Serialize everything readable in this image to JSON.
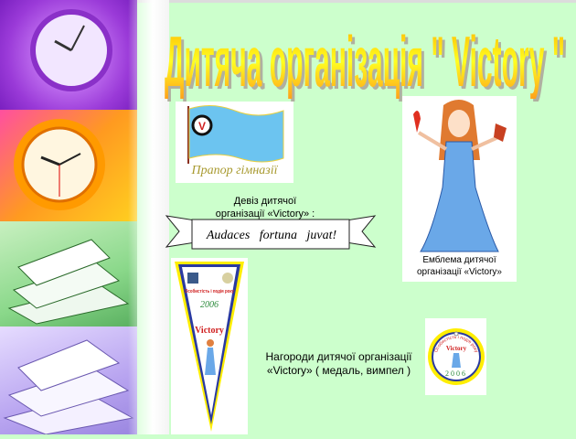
{
  "slide": {
    "title": "Дитяча організація \" Victory \"",
    "flag": {
      "caption": "Прапор гімназії",
      "emblem_letter": "V"
    },
    "motto": {
      "label_line1": "Девіз  дитячої",
      "label_line2": "організації «Victory» :",
      "text": "Audaces   fortuna   juvat!"
    },
    "emblem": {
      "caption_line1": "Емблема дитячої",
      "caption_line2": "організації «Victory»"
    },
    "awards": {
      "caption_line1": "Нагороди дитячої організації",
      "caption_line2": "«Victory» ( медаль, вимпел )"
    },
    "pennant": {
      "arc_text": "Особистість і подія року",
      "year": "2006",
      "name": "Victory"
    },
    "medal": {
      "arc_text": "Особистість і подія року",
      "name": "Victory",
      "year": "2006"
    }
  },
  "colors": {
    "background": "#ccffcc",
    "flag_blue": "#6cc4f0",
    "title_orange": "#ffb000",
    "pennant_blue": "#2a3aa0",
    "pennant_yellow": "#ffee00"
  }
}
